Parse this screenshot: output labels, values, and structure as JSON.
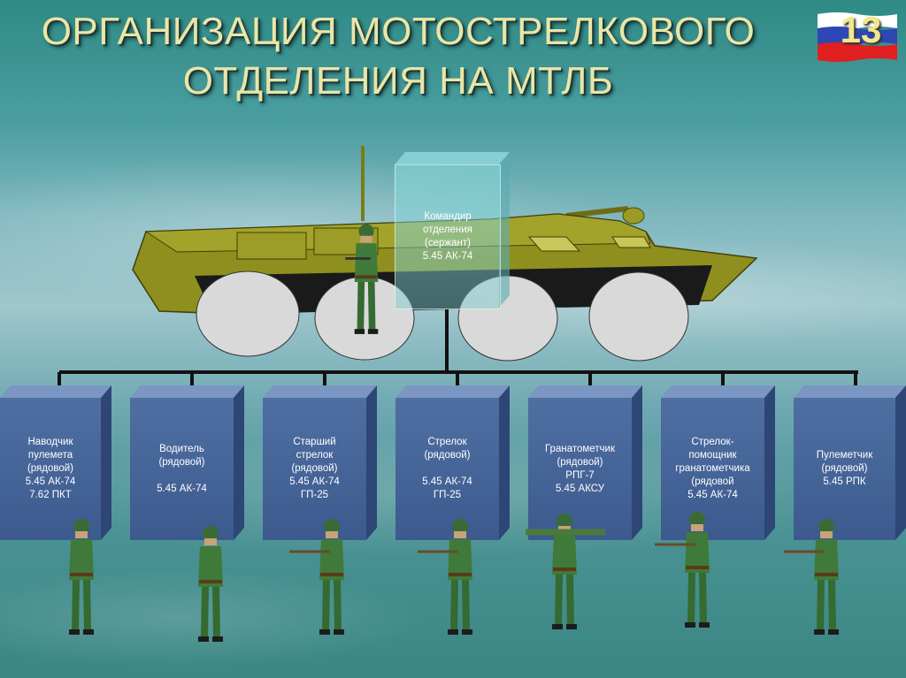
{
  "title": {
    "line1": "ОРГАНИЗАЦИЯ МОТОСТРЕЛКОВОГО",
    "line2": "ОТДЕЛЕНИЯ НА МТЛБ"
  },
  "slide_number": "13",
  "commander": {
    "text": "Командир\nотделения\n(сержант)\n5.45 АК-74"
  },
  "members": [
    {
      "text": "Наводчик\nпулемета\n(рядовой)\n5.45 АК-74\n7.62 ПКТ"
    },
    {
      "text": "Водитель\n(рядовой)\n\n5.45 АК-74"
    },
    {
      "text": "Старший\nстрелок\n(рядовой)\n5.45 АК-74\nГП-25"
    },
    {
      "text": "Стрелок\n(рядовой)\n\n5.45 АК-74\nГП-25"
    },
    {
      "text": "Гранатометчик\n(рядовой)\nРПГ-7\n5.45 АКСУ"
    },
    {
      "text": "Стрелок-\nпомощник\nгранатометчика\n(рядовой\n5.45 АК-74"
    },
    {
      "text": "Пулеметчик\n(рядовой)\n5.45 РПК"
    }
  ],
  "colors": {
    "vehicle": "#8f8f1f",
    "wheel": "#d9d9d9",
    "box": "#3c5a8e",
    "title": "#e9e6a8"
  }
}
